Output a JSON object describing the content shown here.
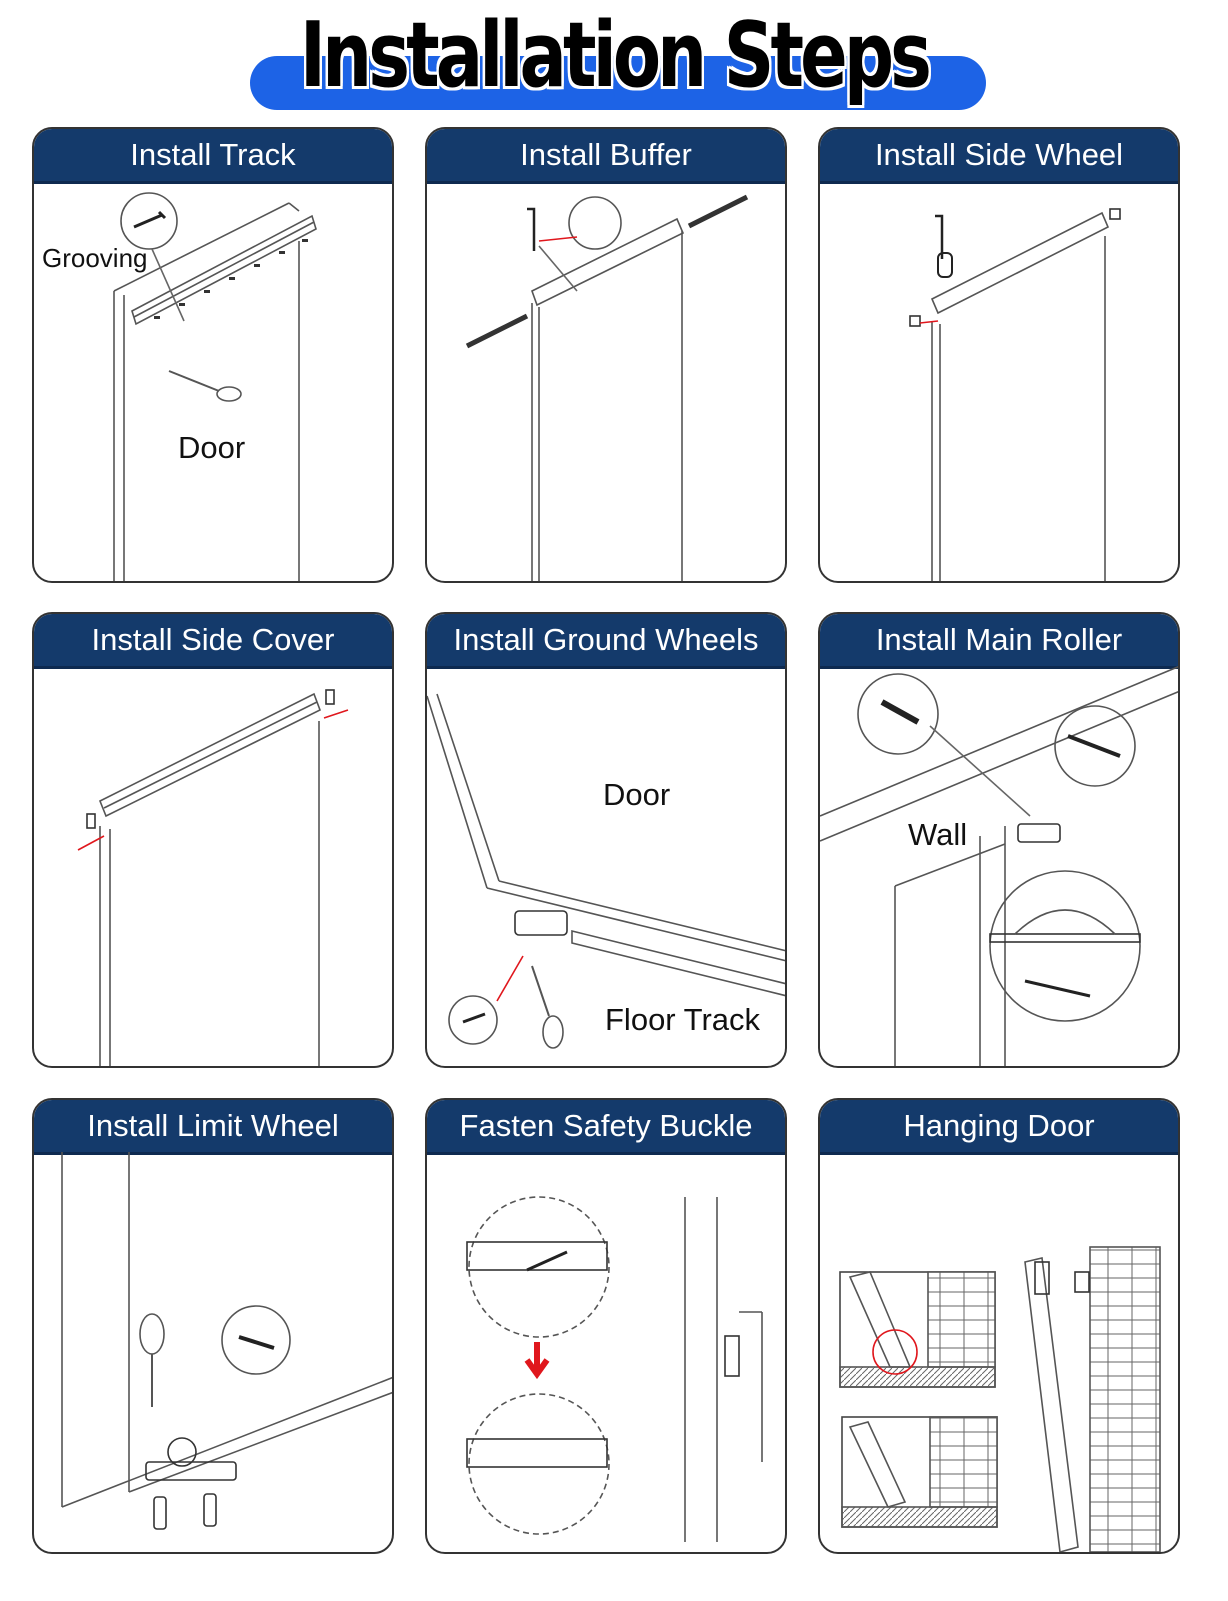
{
  "title": "Installation Steps",
  "panels": [
    {
      "heading": "Install Track",
      "labels": [
        "Grooving",
        "Door"
      ]
    },
    {
      "heading": "Install Buffer",
      "labels": []
    },
    {
      "heading": "Install Side Wheel",
      "labels": []
    },
    {
      "heading": "Install Side Cover",
      "labels": []
    },
    {
      "heading": "Install Ground Wheels",
      "labels": [
        "Door",
        "Floor Track"
      ]
    },
    {
      "heading": "Install Main Roller",
      "labels": [
        "Wall"
      ]
    },
    {
      "heading": "Install Limit Wheel",
      "labels": []
    },
    {
      "heading": "Fasten Safety Buckle",
      "labels": []
    },
    {
      "heading": "Hanging Door",
      "labels": []
    }
  ],
  "colors": {
    "header": "#143a6b",
    "title_pill": "#1d63e6",
    "arrow": "#e0171d"
  }
}
